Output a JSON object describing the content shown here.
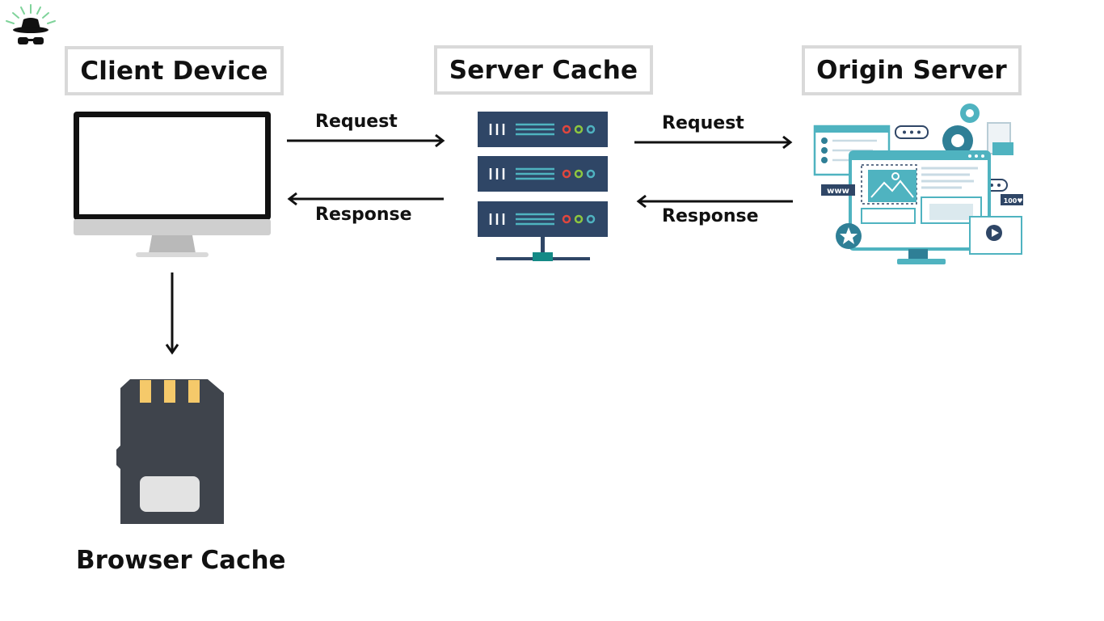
{
  "nodes": {
    "client": {
      "label": "Client Device"
    },
    "server_cache": {
      "label": "Server Cache"
    },
    "origin": {
      "label": "Origin Server",
      "web_badge": "www",
      "counter_badge": "100"
    },
    "browser_cache": {
      "label": "Browser Cache"
    }
  },
  "edges": {
    "client_to_cache": {
      "label": "Request"
    },
    "cache_to_client": {
      "label": "Response"
    },
    "cache_to_origin": {
      "label": "Request"
    },
    "origin_to_cache": {
      "label": "Response"
    }
  },
  "colors": {
    "label_border": "#d9d9d9",
    "server_rack": "#2f4666",
    "accent_teal": "#4fb3c0",
    "sd_card": "#3f444c",
    "sd_contacts": "#f5c96a"
  },
  "icons": [
    "logo-hat-icon",
    "monitor-icon",
    "server-rack-icon",
    "web-server-illustration-icon",
    "sd-card-icon"
  ]
}
